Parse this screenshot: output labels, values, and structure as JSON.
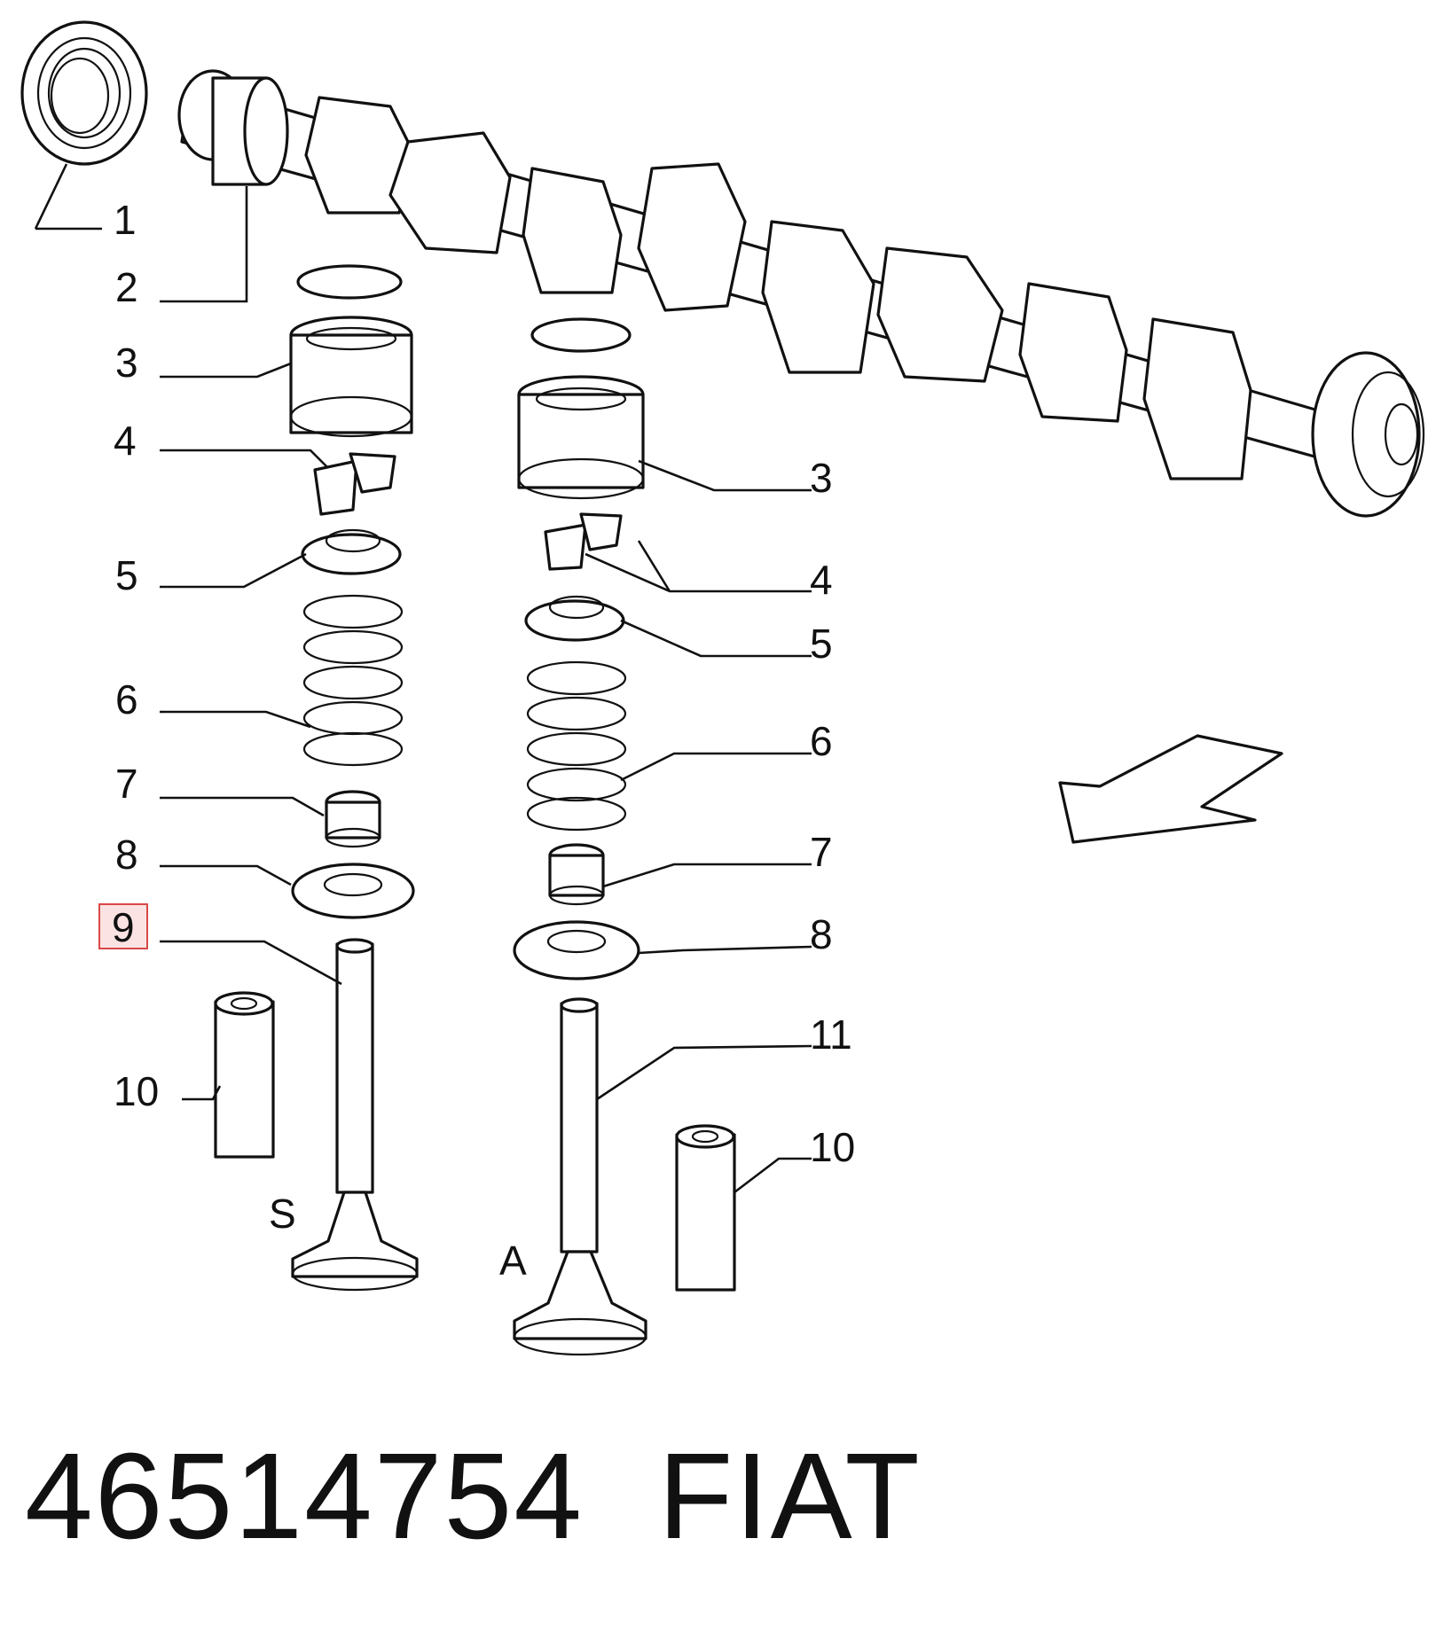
{
  "diagram": {
    "left_labels": [
      "1",
      "2",
      "3",
      "4",
      "5",
      "6",
      "7",
      "8",
      "9",
      "10"
    ],
    "right_labels": [
      "3",
      "4",
      "5",
      "6",
      "7",
      "8",
      "11",
      "10"
    ],
    "valve_s": "S",
    "valve_a": "A",
    "highlighted_label": "9",
    "part_number": "46514754",
    "brand": "FIAT"
  }
}
